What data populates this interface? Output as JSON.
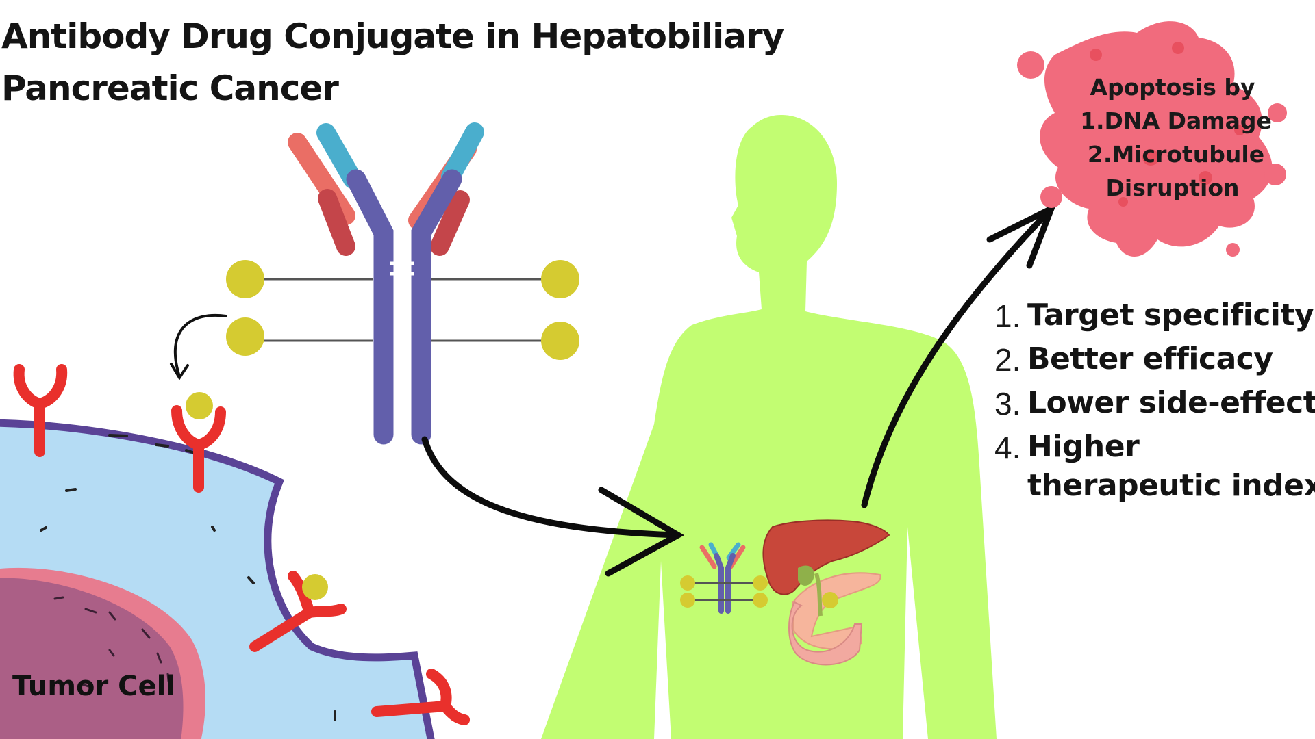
{
  "title": {
    "line1": "Antibody Drug Conjugate in Hepatobiliary",
    "line2": "Pancreatic Cancer"
  },
  "apoptosis": {
    "lines": [
      "Apoptosis by",
      "1.DNA Damage",
      "2.Microtubule",
      "Disruption"
    ]
  },
  "benefits": [
    {
      "num": "1.",
      "text": "Target specificity"
    },
    {
      "num": "2.",
      "text": "Better efficacy"
    },
    {
      "num": "3.",
      "text": "Lower side-effects"
    },
    {
      "num": "4.",
      "text": "Higher",
      "text2": "therapeutic index"
    }
  ],
  "tumor": {
    "label": "Tumor Cell"
  },
  "colors": {
    "body": "#c2fd72",
    "antibody": "#625fab",
    "antibody_tip_blue": "#4aaecd",
    "antibody_tip_red": "#ea6e65",
    "payload": "#d5cb31",
    "cell_cytoplasm": "#b5dcf4",
    "cell_membrane": "#5a4396",
    "nucleus": "#ab5f86",
    "nucleus_ring": "#e77c8f",
    "receptor": "#e9302c",
    "apoptotic_cell": "#f16b7d",
    "liver": "#c8473a",
    "pancreas": "#f6b59c",
    "arrow": "#0c0c0c"
  }
}
